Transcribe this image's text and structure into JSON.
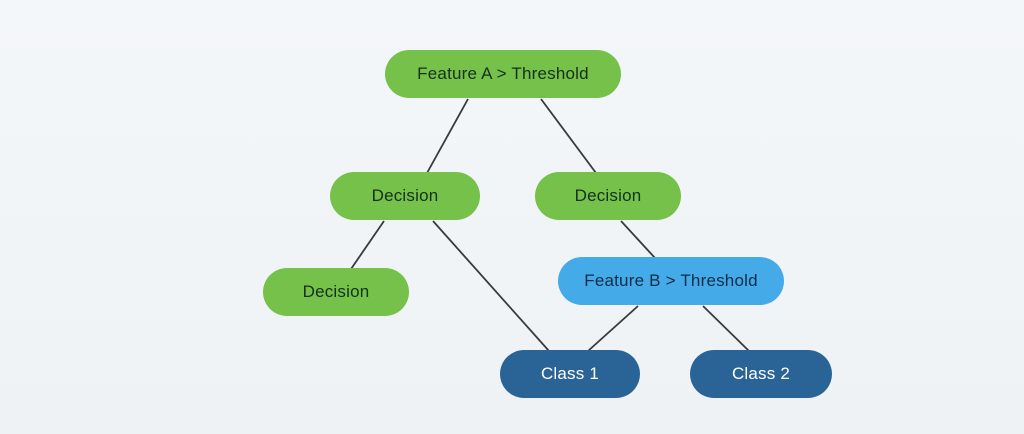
{
  "diagram": {
    "kind": "decision-tree",
    "colors": {
      "node_green": "#76c14a",
      "node_light_blue": "#45abe8",
      "node_dark_blue": "#2a6496",
      "edge": "#363b40",
      "background": "#f3f6f8",
      "text_on_green": "#15301b",
      "text_on_light_blue": "#0e2d4a",
      "text_on_dark_blue": "#ffffff"
    },
    "nodes": [
      {
        "id": "root",
        "label": "Feature A > Threshold",
        "type": "green"
      },
      {
        "id": "decision-l2-left",
        "label": "Decision",
        "type": "green"
      },
      {
        "id": "decision-l2-right",
        "label": "Decision",
        "type": "green"
      },
      {
        "id": "decision-l3-left",
        "label": "Decision",
        "type": "green"
      },
      {
        "id": "feature-b",
        "label": "Feature B > Threshold",
        "type": "light-blue"
      },
      {
        "id": "class-1",
        "label": "Class 1",
        "type": "dark-blue"
      },
      {
        "id": "class-2",
        "label": "Class 2",
        "type": "dark-blue"
      }
    ],
    "edges": [
      {
        "from": "root",
        "to": "decision-l2-left"
      },
      {
        "from": "root",
        "to": "decision-l2-right"
      },
      {
        "from": "decision-l2-left",
        "to": "decision-l3-left"
      },
      {
        "from": "decision-l2-left",
        "to": "class-1"
      },
      {
        "from": "decision-l2-right",
        "to": "feature-b"
      },
      {
        "from": "feature-b",
        "to": "class-1"
      },
      {
        "from": "feature-b",
        "to": "class-2"
      }
    ]
  }
}
